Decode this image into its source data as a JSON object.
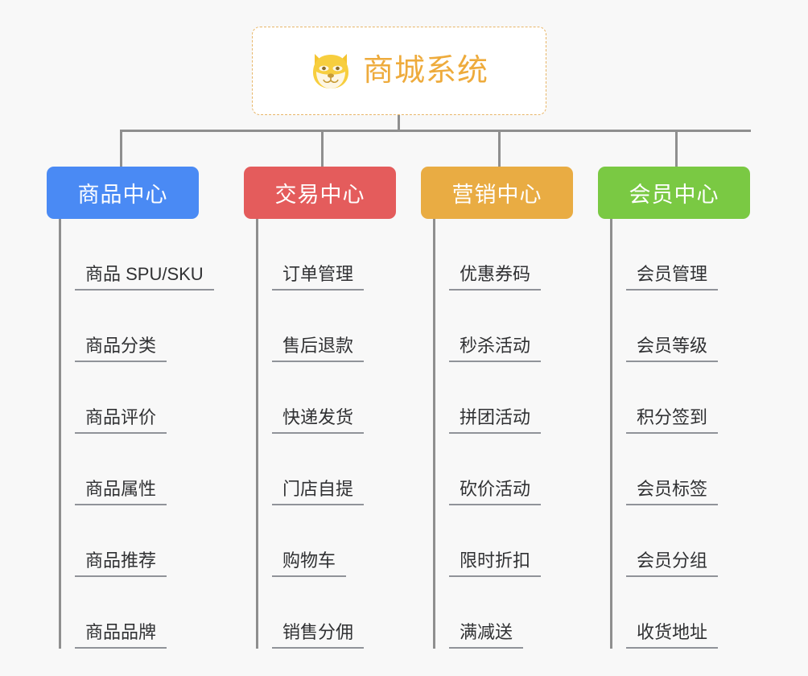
{
  "page": {
    "background_color": "#f8f8f8",
    "connector_color": "#8f8f8f"
  },
  "root": {
    "title": "商城系统",
    "icon": "shiba-dog-face-icon",
    "text_color": "#eeab3c",
    "border_color": "#e8b668",
    "background_color": "#ffffff"
  },
  "categories": [
    {
      "label": "商品中心",
      "color": "#4a8af4",
      "items": [
        {
          "label": "商品 SPU/SKU"
        },
        {
          "label": "商品分类"
        },
        {
          "label": "商品评价"
        },
        {
          "label": "商品属性"
        },
        {
          "label": "商品推荐"
        },
        {
          "label": "商品品牌"
        }
      ]
    },
    {
      "label": "交易中心",
      "color": "#e45c5c",
      "items": [
        {
          "label": "订单管理"
        },
        {
          "label": "售后退款"
        },
        {
          "label": "快递发货"
        },
        {
          "label": "门店自提"
        },
        {
          "label": "购物车"
        },
        {
          "label": "销售分佣"
        }
      ]
    },
    {
      "label": "营销中心",
      "color": "#e9ac43",
      "items": [
        {
          "label": "优惠券码"
        },
        {
          "label": "秒杀活动"
        },
        {
          "label": "拼团活动"
        },
        {
          "label": "砍价活动"
        },
        {
          "label": "限时折扣"
        },
        {
          "label": "满减送"
        }
      ]
    },
    {
      "label": "会员中心",
      "color": "#7ac943",
      "items": [
        {
          "label": "会员管理"
        },
        {
          "label": "会员等级"
        },
        {
          "label": "积分签到"
        },
        {
          "label": "会员标签"
        },
        {
          "label": "会员分组"
        },
        {
          "label": "收货地址"
        }
      ]
    }
  ]
}
